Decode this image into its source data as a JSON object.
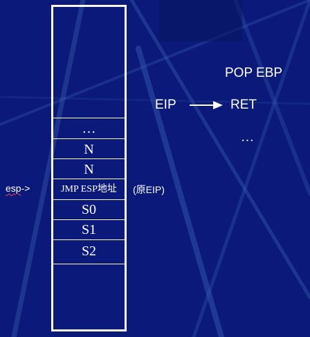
{
  "stack": {
    "cells": [
      "…",
      "N",
      "N",
      "JMP ESP地址",
      "S0",
      "S1",
      "S2"
    ]
  },
  "pointer": {
    "register": "esp",
    "arrow": "->"
  },
  "annotation": "(原EIP)",
  "code": {
    "pop": "POP EBP",
    "eip": "EIP",
    "ret": "RET",
    "ellipsis": "…"
  }
}
